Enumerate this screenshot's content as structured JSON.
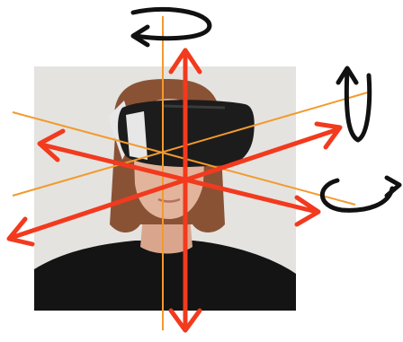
{
  "diagram": {
    "subject": "person-wearing-vr-headset",
    "degrees_of_freedom": 6,
    "translation_axes": [
      "x",
      "y",
      "z"
    ],
    "rotation_axes": [
      "yaw",
      "pitch",
      "roll"
    ],
    "colors": {
      "photo_background": "#e4e3df",
      "translation_arrow": "#f23a1e",
      "rotation_axis_line": "#f39a2d",
      "rotation_arrow": "#111111",
      "headset": "#1c1c1c",
      "headset_strap": "#e7e7e7",
      "hair": "#8a5235",
      "skin": "#e2b49c",
      "shirt": "#141414"
    }
  }
}
